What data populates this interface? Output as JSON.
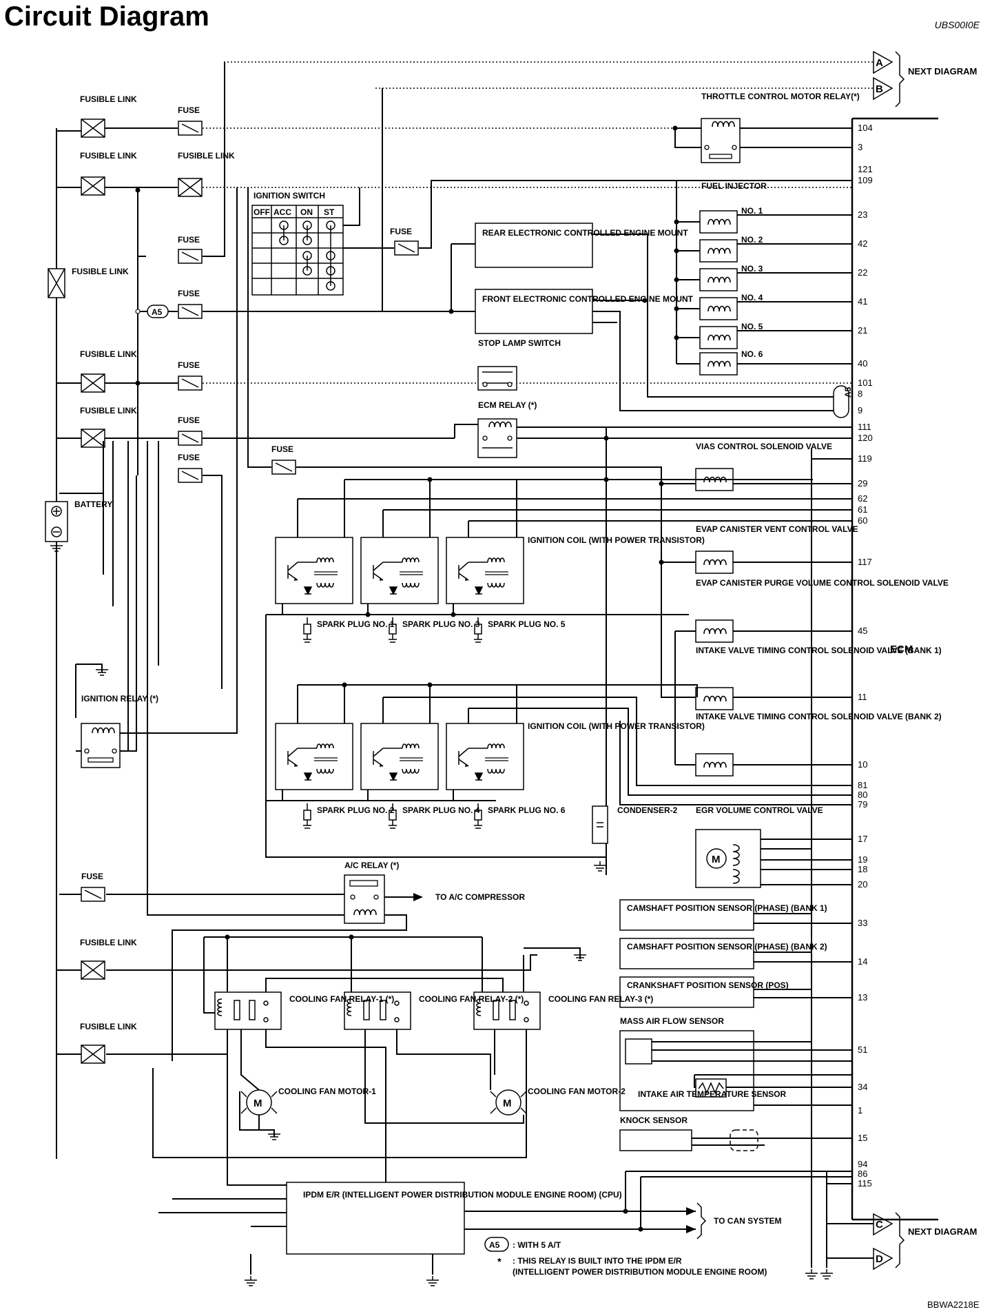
{
  "page": {
    "title": "Circuit Diagram",
    "section_code": "UBS00I0E",
    "figure_code": "BBWA2218E"
  },
  "connectors": {
    "A": "A",
    "B": "B",
    "C": "C",
    "D": "D",
    "next_diagram": "NEXT DIAGRAM"
  },
  "power": {
    "fusible_link": "FUSIBLE LINK",
    "fuse": "FUSE",
    "battery": "BATTERY",
    "ignition_switch": {
      "label": "IGNITION SWITCH",
      "columns": [
        "OFF",
        "ACC",
        "ON",
        "ST"
      ]
    },
    "a5_badge": "A5"
  },
  "components": {
    "throttle_relay": "THROTTLE CONTROL MOTOR RELAY(*)",
    "fuel_injector": "FUEL INJECTOR",
    "injectors": [
      "NO. 1",
      "NO. 2",
      "NO. 3",
      "NO. 4",
      "NO. 5",
      "NO. 6"
    ],
    "rear_mount": "REAR ELECTRONIC CONTROLLED ENGINE MOUNT",
    "front_mount": "FRONT ELECTRONIC CONTROLLED ENGINE MOUNT",
    "stop_lamp": "STOP LAMP SWITCH",
    "ecm_relay": "ECM RELAY (*)",
    "vias": "VIAS CONTROL SOLENOID VALVE",
    "evap_vent": "EVAP CANISTER VENT CONTROL VALVE",
    "evap_purge": "EVAP CANISTER PURGE VOLUME CONTROL SOLENOID VALVE",
    "ivt_bank1": "INTAKE VALVE TIMING CONTROL SOLENOID VALVE (BANK 1)",
    "ivt_bank2": "INTAKE VALVE TIMING CONTROL SOLENOID VALVE (BANK 2)",
    "ignition_coil": "IGNITION COIL (WITH POWER TRANSISTOR)",
    "spark_plugs_top": [
      "SPARK PLUG NO. 1",
      "SPARK PLUG NO. 3",
      "SPARK PLUG NO. 5"
    ],
    "spark_plugs_bottom": [
      "SPARK PLUG NO. 2",
      "SPARK PLUG NO. 4",
      "SPARK PLUG NO. 6"
    ],
    "ignition_relay": "IGNITION RELAY (*)",
    "condenser": "CONDENSER-2",
    "egr": "EGR VOLUME CONTROL VALVE",
    "motor_letter": "M",
    "ac_relay": "A/C RELAY (*)",
    "ac_compressor": "TO A/C COMPRESSOR",
    "cam_bank1": "CAMSHAFT POSITION SENSOR (PHASE) (BANK 1)",
    "cam_bank2": "CAMSHAFT POSITION SENSOR (PHASE) (BANK 2)",
    "crank": "CRANKSHAFT POSITION SENSOR (POS)",
    "maf": "MASS AIR FLOW SENSOR",
    "iat": "INTAKE AIR TEMPERATURE SENSOR",
    "knock": "KNOCK SENSOR",
    "fan_relays": [
      "COOLING FAN RELAY-1 (*)",
      "COOLING FAN RELAY-2 (*)",
      "COOLING FAN RELAY-3 (*)"
    ],
    "fan_motors": [
      "COOLING FAN MOTOR-1",
      "COOLING FAN MOTOR-2"
    ],
    "ipdm": "IPDM E/R (INTELLIGENT POWER DISTRIBUTION MODULE ENGINE ROOM) (CPU)",
    "can": "TO CAN SYSTEM",
    "ecm": "ECM"
  },
  "ecm_pins": [
    "104",
    "3",
    "121",
    "109",
    "23",
    "42",
    "22",
    "41",
    "21",
    "40",
    "101",
    "8",
    "9",
    "111",
    "120",
    "119",
    "29",
    "62",
    "61",
    "60",
    "117",
    "45",
    "11",
    "10",
    "81",
    "80",
    "79",
    "17",
    "19",
    "18",
    "20",
    "33",
    "14",
    "13",
    "51",
    "34",
    "1",
    "15",
    "94",
    "86",
    "115"
  ],
  "legend": {
    "a5_note": ": WITH 5 A/T",
    "star": "*",
    "star_note_1": ": THIS RELAY IS BUILT INTO THE IPDM E/R",
    "star_note_2": "(INTELLIGENT POWER DISTRIBUTION MODULE ENGINE ROOM)"
  }
}
